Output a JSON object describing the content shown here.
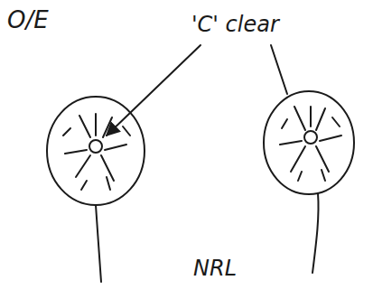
{
  "diagram": {
    "labels": [
      "O/E",
      "'C' clear",
      "NRL"
    ]
  }
}
